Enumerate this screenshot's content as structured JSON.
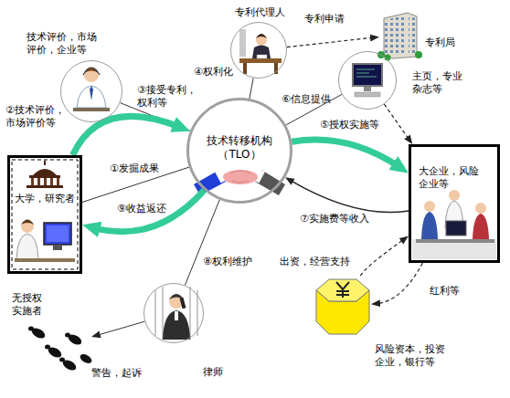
{
  "diagram": {
    "nodes": [
      {
        "text": [
          "专利代理人"
        ]
      },
      {
        "text": [
          "专利局"
        ]
      },
      {
        "text": [
          "技术评价，市场 评价，企业等"
        ]
      },
      {
        "text": [
          "主页，专业 杂志等"
        ]
      },
      {
        "text": [
          "大学，研究者"
        ]
      },
      {
        "text": [
          "技术转移机构 （TLO）"
        ]
      },
      {
        "text": [
          "大企业，风险 企业等"
        ]
      },
      {
        "text": [
          "无授权 实施者"
        ]
      },
      {
        "text": [
          "律师"
        ]
      },
      {
        "text": [
          "风险资本，投资 企业，银行等"
        ]
      }
    ],
    "edges": [
      {
        "from": 0,
        "to": 1,
        "label": "专利申请",
        "arrow": "to"
      },
      {
        "from": 5,
        "to": 0,
        "label": "④权利化",
        "arrow": "none"
      },
      {
        "from": 2,
        "to": 5,
        "label": "③接受专利， 权利等",
        "arrow": "none"
      },
      {
        "from": 4,
        "to": 5,
        "label": "②技术评价， 市场评价等",
        "arrow": "to"
      },
      {
        "from": 4,
        "to": 5,
        "label": "①发掘成果",
        "arrow": "none"
      },
      {
        "from": 3,
        "to": 5,
        "label": "⑥信息提供",
        "arrow": "none"
      },
      {
        "from": 3,
        "to": 6,
        "arrow": "to"
      },
      {
        "from": 5,
        "to": 6,
        "label": "⑤授权实施等",
        "arrow": "to"
      },
      {
        "from": 6,
        "to": 5,
        "label": "⑦实施费等收入",
        "arrow": "to"
      },
      {
        "from": 5,
        "to": 4,
        "label": "⑨收益返还",
        "arrow": "to"
      },
      {
        "from": 8,
        "to": 5,
        "label": "⑧权利维护",
        "arrow": "none"
      },
      {
        "from": 9,
        "to": 6,
        "label": "出资，经营支持",
        "arrow": "to"
      },
      {
        "from": 6,
        "to": 9,
        "label": "红利等",
        "arrow": "to"
      },
      {
        "from": 8,
        "to": 7,
        "label": "警告，起诉",
        "arrow": "to"
      }
    ]
  }
}
